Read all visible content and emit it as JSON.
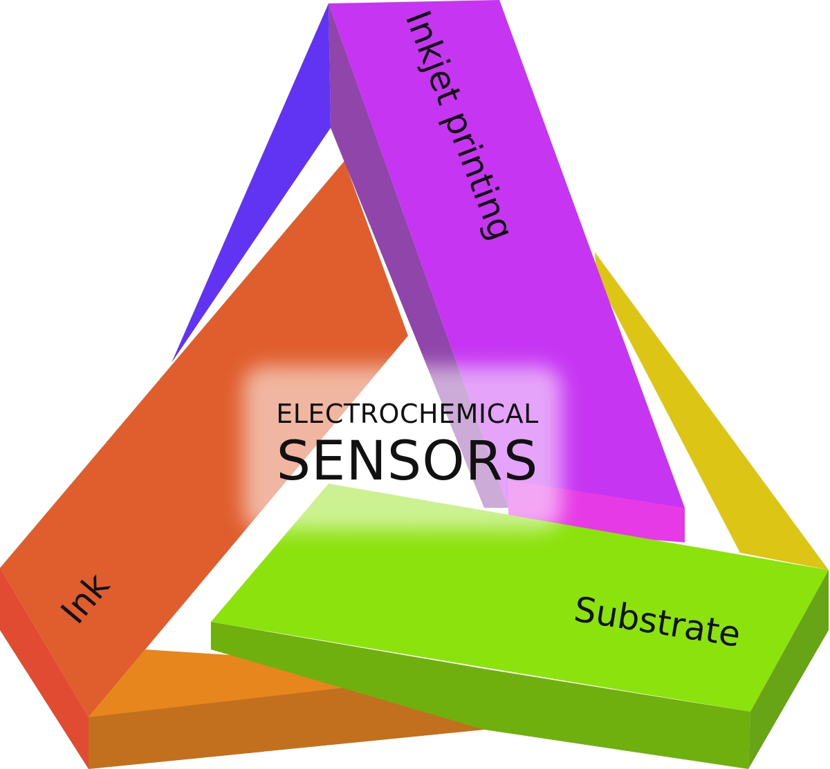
{
  "diagram": {
    "center": {
      "line1": "ELECTROCHEMICAL",
      "line2": "SENSORS"
    },
    "sides": [
      {
        "label": "Inkjet printing",
        "color": "#C636F2"
      },
      {
        "label": "Ink",
        "color": "#E05E2E"
      },
      {
        "label": "Substrate",
        "color": "#8CE20C"
      }
    ],
    "colors": {
      "inkjet_top": "#C636F2",
      "inkjet_inner": "#9045AA",
      "inkjet_edge": "#E63AE6",
      "ink_top": "#E05E2E",
      "ink_edge": "#E04B32",
      "ink_bottom_top": "#E8861E",
      "ink_bottom_edge": "#C2701E",
      "substrate_top": "#8CE20C",
      "substrate_edge": "#70B00E",
      "substrate_right_edge": "#67A416",
      "blue_wedge": "#6133F2",
      "yellow_wedge": "#DCC515",
      "center_glow": "#FFFFFF"
    }
  }
}
